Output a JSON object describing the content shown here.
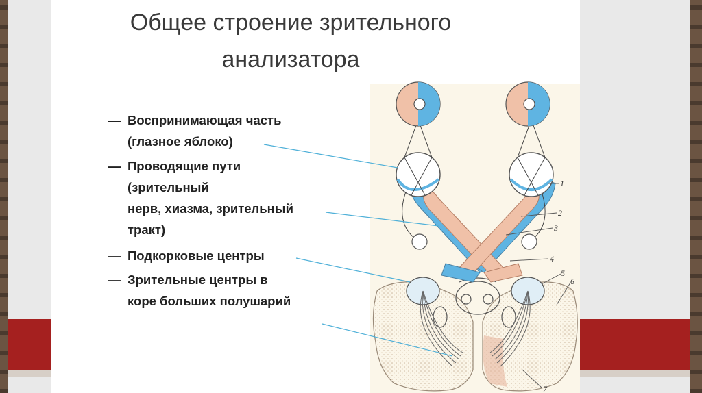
{
  "title_line1": "Общее строение зрительного",
  "title_line2": "анализатора",
  "bullets": [
    {
      "dash": "—",
      "lines": [
        "Воспринимающая часть",
        "(глазное яблоко)"
      ]
    },
    {
      "dash": "—",
      "lines": [
        "Проводящие пути",
        "(зрительный",
        "нерв, хиазма, зрительный",
        "тракт)"
      ]
    },
    {
      "dash": "—",
      "lines": [
        "Подкорковые центры"
      ]
    },
    {
      "dash": "—",
      "lines": [
        "Зрительные центры в",
        "коре больших полушарий"
      ]
    }
  ],
  "figure_numbers": [
    "1",
    "2",
    "3",
    "4",
    "5",
    "6",
    "7"
  ],
  "colors": {
    "blue": "#5fb4e2",
    "pink": "#f0c1a8",
    "dot": "#e7b39c",
    "pointer": "#4fb0d8"
  }
}
